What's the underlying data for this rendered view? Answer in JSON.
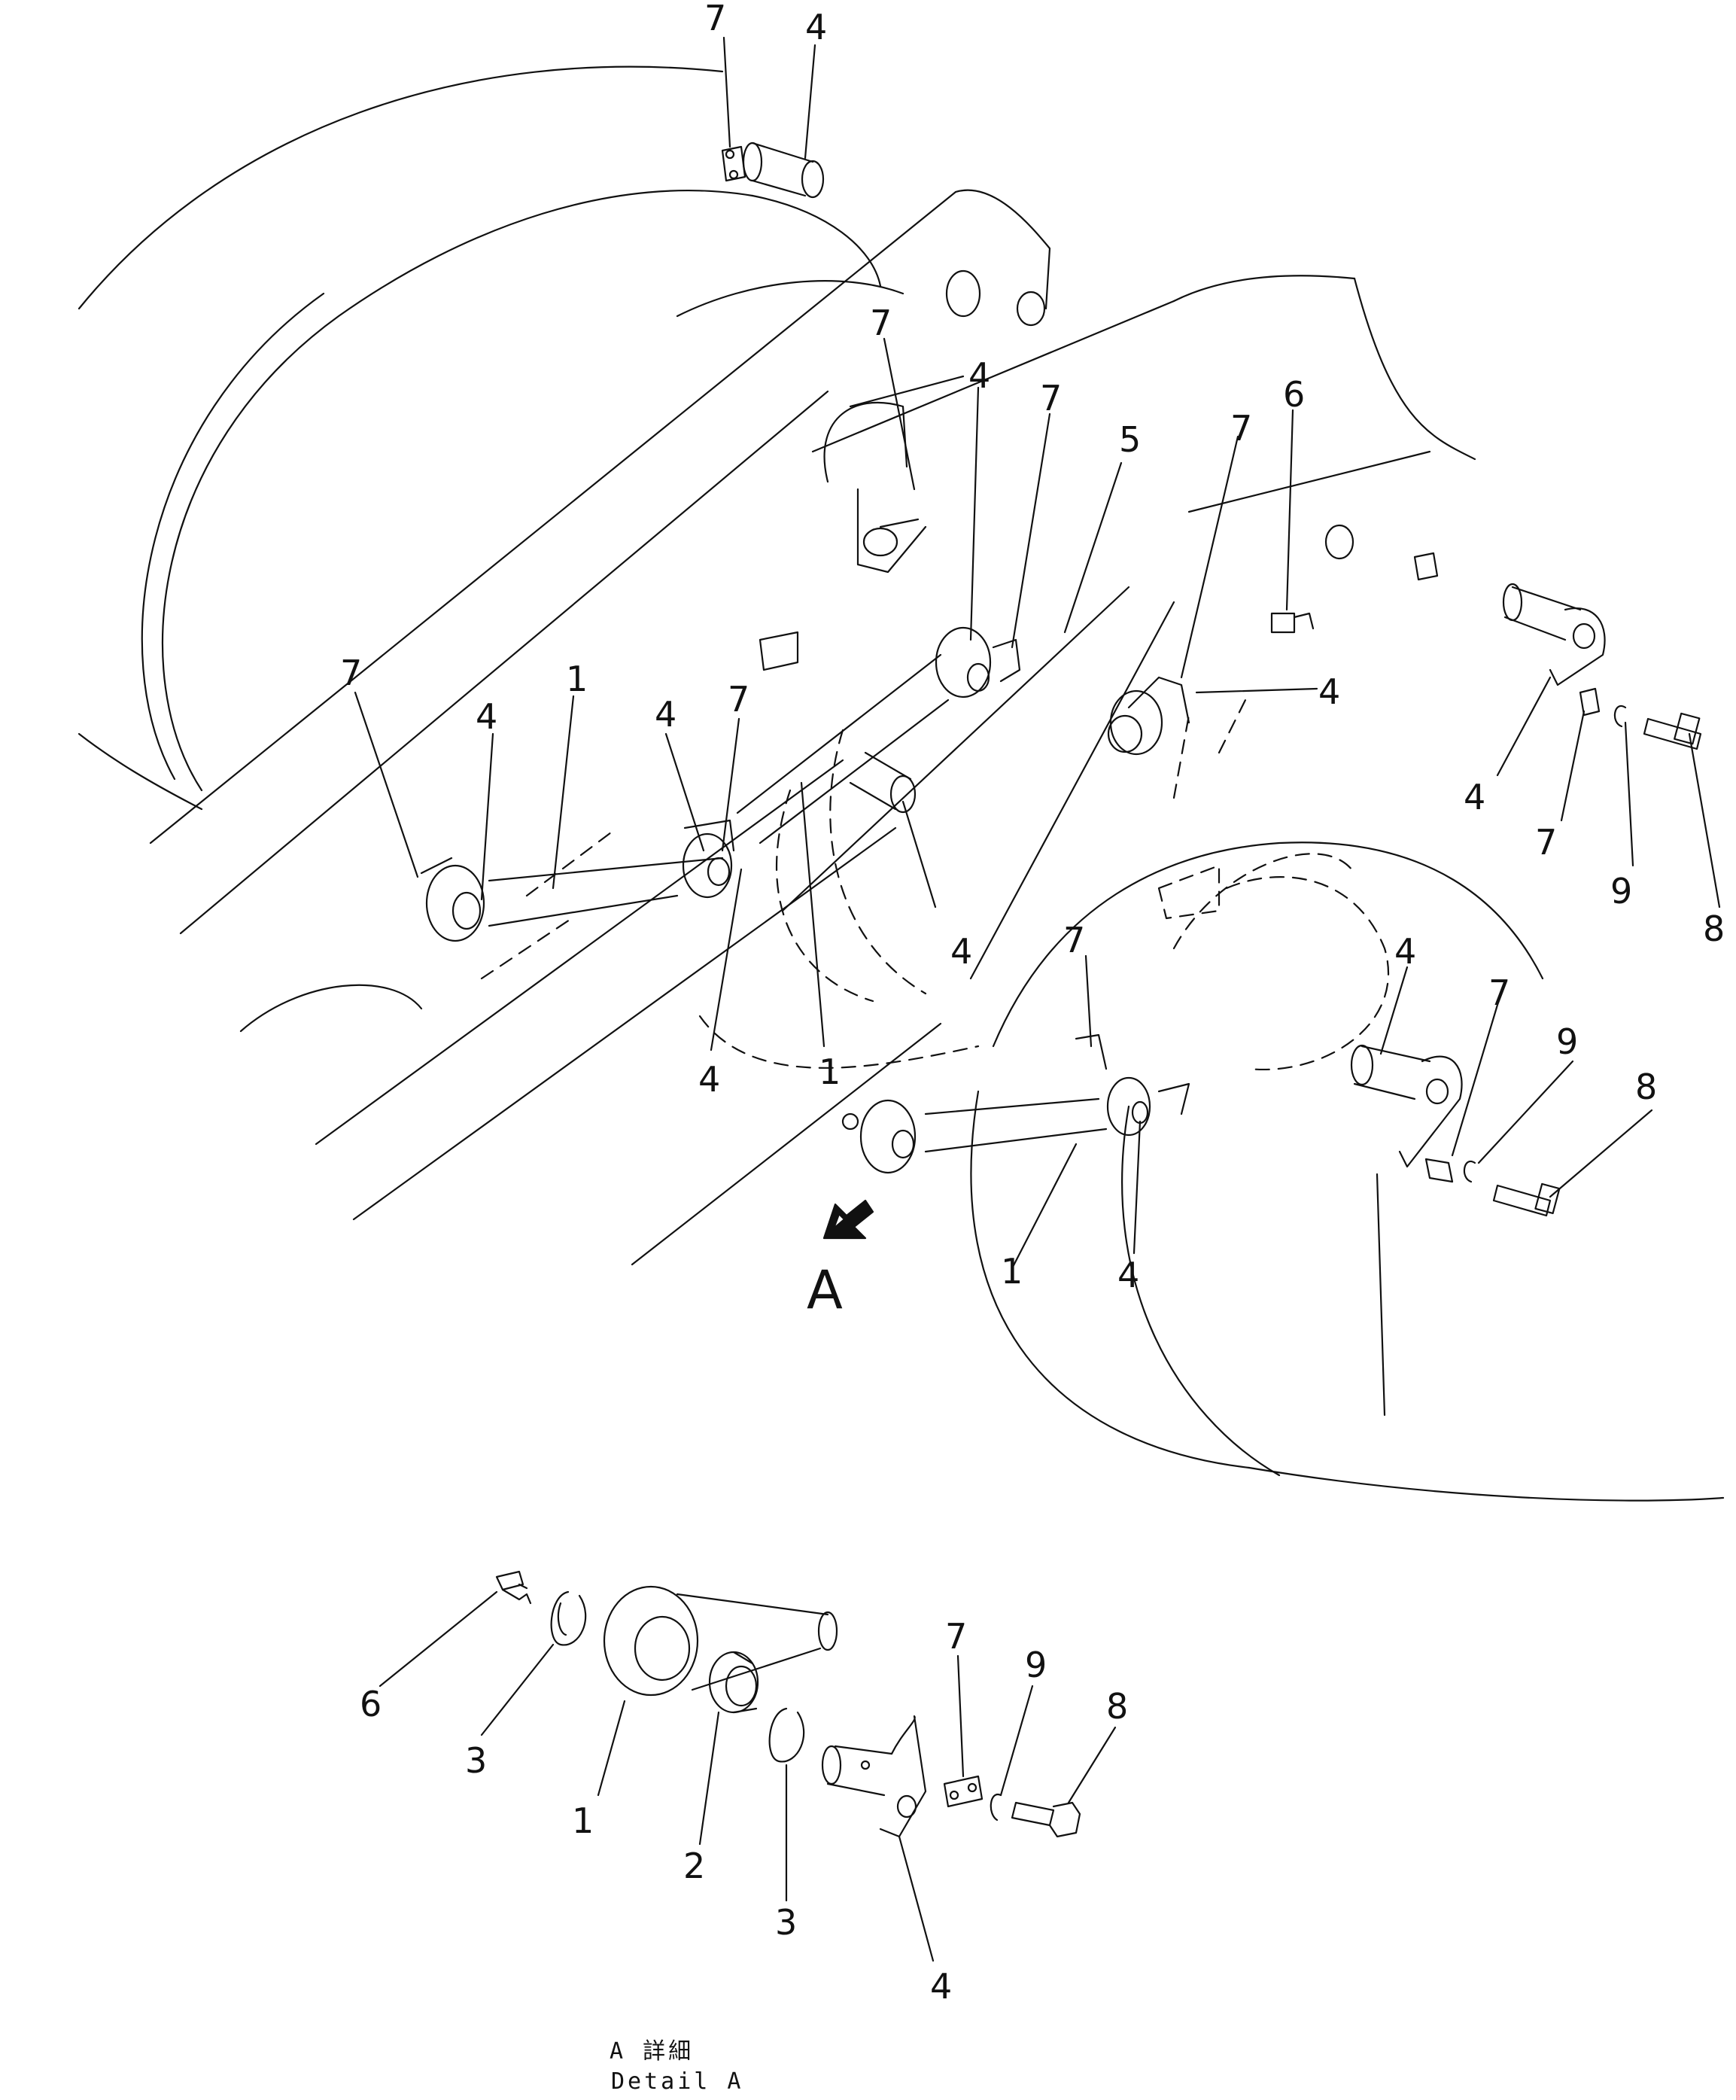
{
  "callouts": [
    {
      "label": "7"
    },
    {
      "label": "4"
    },
    {
      "label": "7"
    },
    {
      "label": "4"
    },
    {
      "label": "7"
    },
    {
      "label": "5"
    },
    {
      "label": "7"
    },
    {
      "label": "6"
    },
    {
      "label": "7"
    },
    {
      "label": "4"
    },
    {
      "label": "1"
    },
    {
      "label": "4"
    },
    {
      "label": "7"
    },
    {
      "label": "4"
    },
    {
      "label": "4"
    },
    {
      "label": "7"
    },
    {
      "label": "9"
    },
    {
      "label": "8"
    },
    {
      "label": "4"
    },
    {
      "label": "4"
    },
    {
      "label": "1"
    },
    {
      "label": "7"
    },
    {
      "label": "4"
    },
    {
      "label": "7"
    },
    {
      "label": "9"
    },
    {
      "label": "8"
    },
    {
      "label": "1"
    },
    {
      "label": "4"
    },
    {
      "label": "6"
    },
    {
      "label": "3"
    },
    {
      "label": "1"
    },
    {
      "label": "2"
    },
    {
      "label": "3"
    },
    {
      "label": "4"
    },
    {
      "label": "7"
    },
    {
      "label": "9"
    },
    {
      "label": "8"
    }
  ],
  "view_marker": "A",
  "caption": {
    "line1": "A 詳細",
    "line2": "Detail A"
  }
}
